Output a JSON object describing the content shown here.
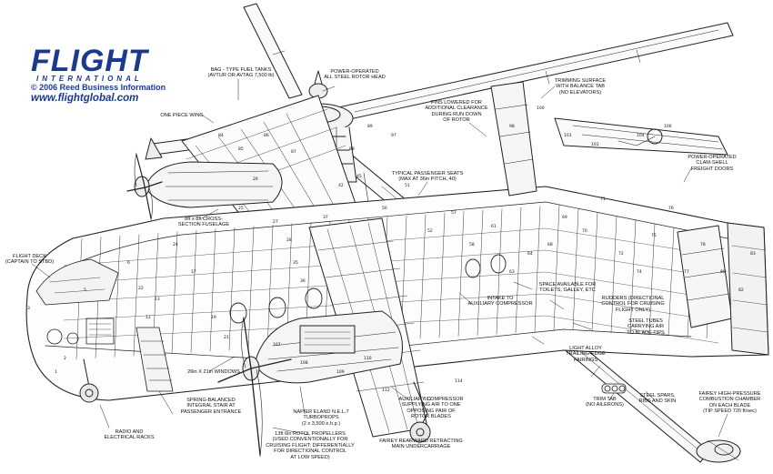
{
  "brand": {
    "logo": "FLIGHT",
    "tagline": "INTERNATIONAL",
    "copyright": "© 2006 Reed Business Information",
    "url": "www.flightglobal.com"
  },
  "labels": {
    "bag_tanks": "BAG - TYPE FUEL TANKS\n(AVTUR OR AVTAG 7,500 lb)",
    "rotor_head": "POWER-OPERATED\nALL STEEL ROTOR HEAD",
    "one_piece_wing": "ONE PIECE WING",
    "fins": "FINS LOWERED FOR\nADDITIONAL CLEARANCE\nDURING RUN DOWN\nOF ROTOR",
    "trimming": "TRIMMING SURFACE\nWITH BALANCE TAB\n(NO ELEVATORS)",
    "seats": "TYPICAL PASSENGER SEATS\n(MAX AT 36in PITCH, 40)",
    "cross_section": "8ft x 8ft CROSS-\nSECTION FUSELAGE",
    "clam_shell": "POWER-OPERATED\nCLAM-SHELL\nFREIGHT DOORS",
    "flight_deck": "FLIGHT DECK\n(CAPTAIN TO STBD)",
    "space_toilets": "SPACE AVAILABLE FOR\nTOILETS, GALLEY, ETC",
    "rudders": "RUDDERS (DIRECTIONAL\nCONTROL FOR CRUISING\nFLIGHT ONLY)",
    "intake": "INTAKE TO\nAUXILIARY COMPRESSOR",
    "steel_tubes": "STEEL TUBES\nCARRYING AIR\nTO BLADE TIPS",
    "light_alloy": "LIGHT ALLOY\nTRAILING-EDGE\nFAIRINGS",
    "windows": "26in X 21in WINDOWS",
    "spring_stair": "SPRING-BALANCED\nINTEGRAL STAIR AT\nPASSENGER ENTRANCE",
    "napier": "NAPIER ELAND N.E.L.7\nTURBOPROPS\n(2 x 3,500 e.h.p.)",
    "aux_compressor": "AUXILIARY COMPRESSOR\nSUPPLYING AIR TO ONE\nOPPOSING PAIR OF\nROTOR BLADES",
    "trim_tab": "TRIM TAB\n(NO AILERONS)",
    "steel_spars": "STEEL SPARS,\nRIBS AND SKIN",
    "fairey_burner": "FAIREY HIGH-PRESSURE\nCOMBUSTION CHAMBER\nON EACH BLADE\n(TIP SPEED 720 ft/sec)",
    "radio": "RADIO AND\nELECTRICAL RACKS",
    "propellers": "13ft 6in ROTOL PROPELLERS\n(USED CONVENTIONALLY FOR\nCRUISING FLIGHT; DIFFERENTIALLY\nFOR DIRECTIONAL CONTROL\nAT LOW SPEED)",
    "undercarriage": "FAIREY REARWARD RETRACTING\nMAIN UNDERCARRIAGE"
  },
  "callouts": [
    "1",
    "2",
    "3",
    "5",
    "6",
    "12",
    "13",
    "17",
    "19",
    "21",
    "22",
    "24",
    "25",
    "26",
    "27",
    "28",
    "35",
    "36",
    "37",
    "42",
    "45",
    "50",
    "51",
    "52",
    "57",
    "58",
    "61",
    "63",
    "64",
    "68",
    "69",
    "70",
    "71",
    "72",
    "74",
    "75",
    "76",
    "77",
    "78",
    "80",
    "82",
    "83",
    "84",
    "85",
    "86",
    "87",
    "88",
    "89",
    "97",
    "98",
    "100",
    "101",
    "103",
    "104",
    "106",
    "107",
    "108",
    "109",
    "110",
    "112",
    "113",
    "114"
  ]
}
